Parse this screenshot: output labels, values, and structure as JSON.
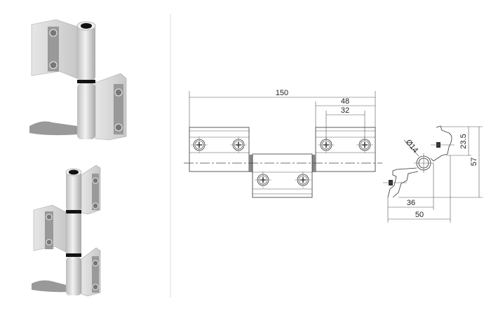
{
  "title": "Hinge technical drawing",
  "front_view": {
    "dimensions": {
      "overall_length": "150",
      "leaf_width": "48",
      "screw_spacing": "32"
    }
  },
  "side_view": {
    "dimensions": {
      "barrel_diameter": "Ø14",
      "leaf_height": "23.5",
      "overall_height": "57",
      "axis_offset": "36",
      "overall_width": "50"
    }
  },
  "colors": {
    "line": "#333333",
    "metal": "#d8d8d8",
    "divider": "#dddddd"
  }
}
